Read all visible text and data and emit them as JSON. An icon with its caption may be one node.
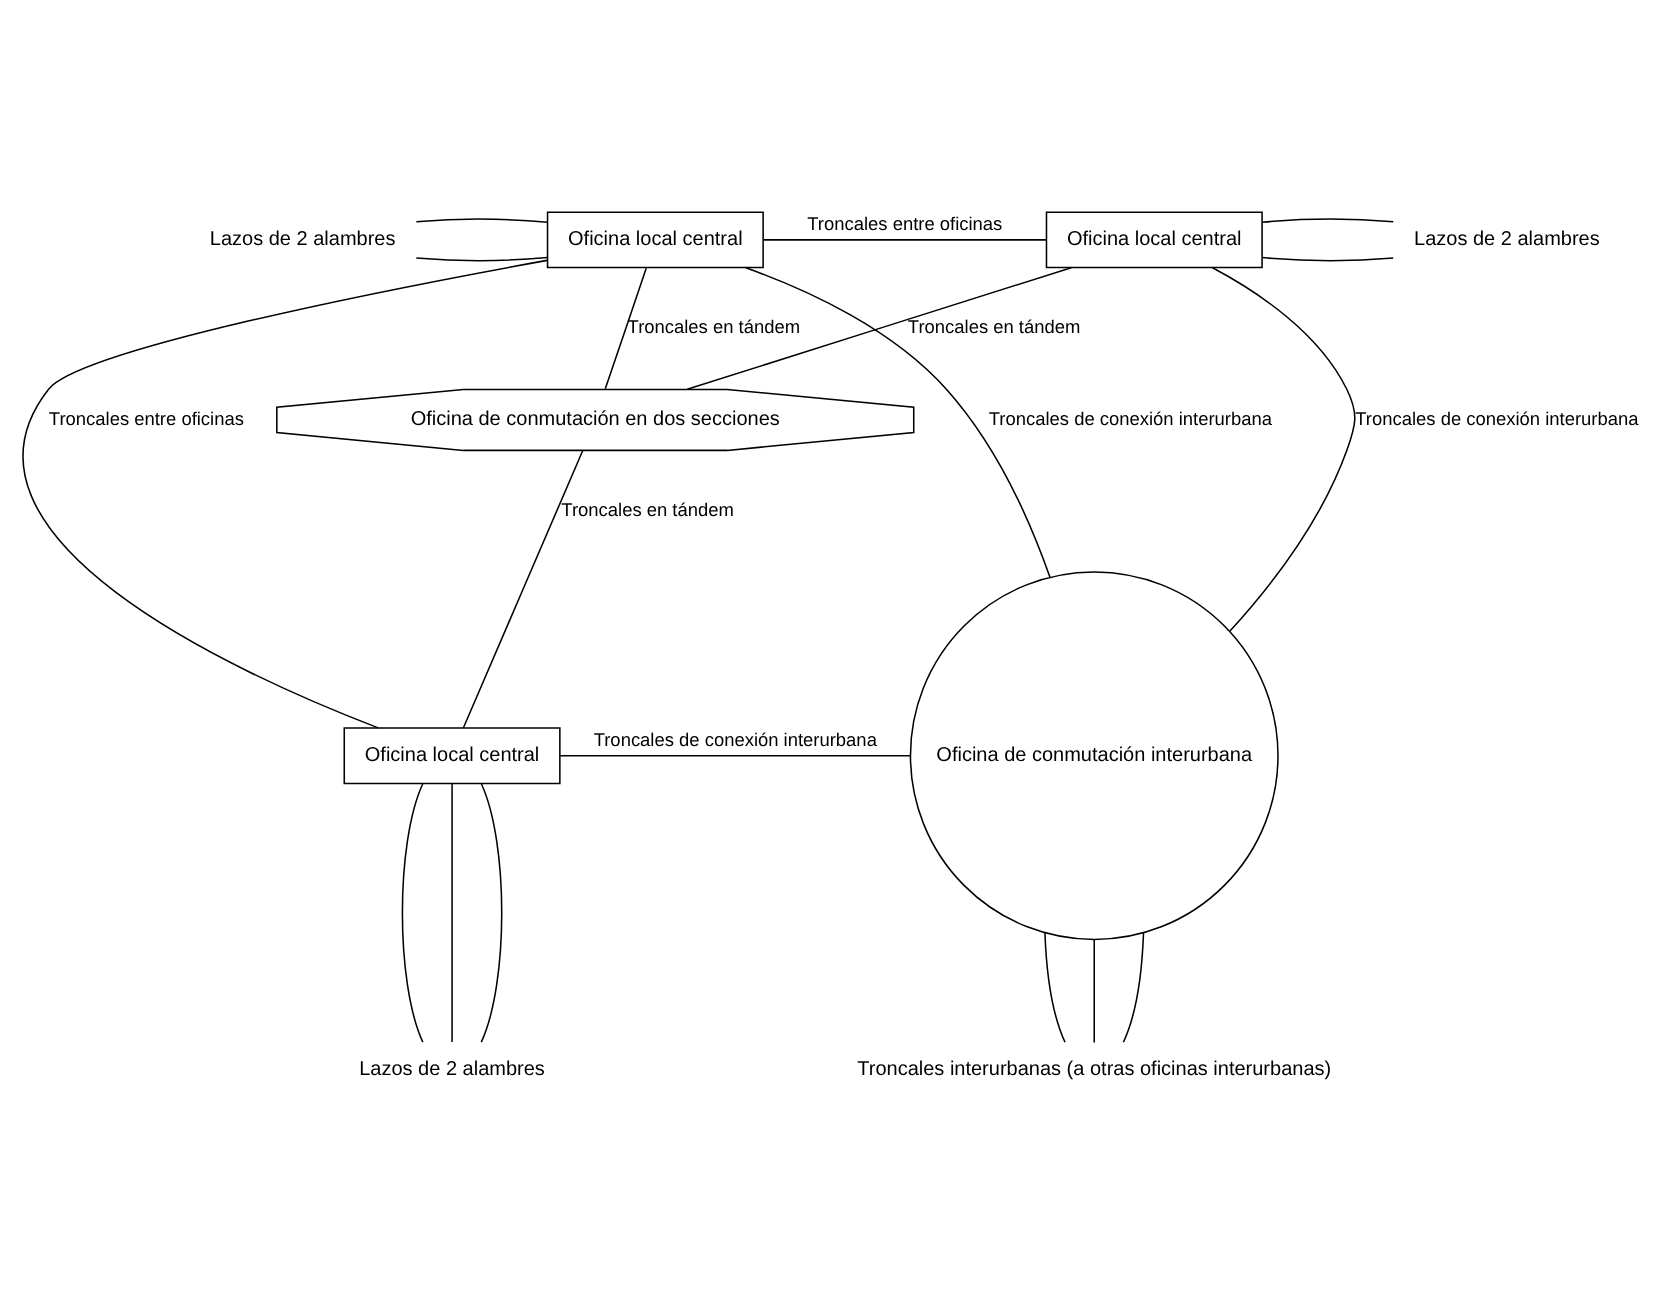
{
  "diagram": {
    "nodes": [
      {
        "text": [
          "Oficina local central"
        ]
      },
      {
        "text": [
          "Oficina local central"
        ]
      },
      {
        "text": [
          "Oficina de conmutación en dos secciones"
        ]
      },
      {
        "text": [
          "Oficina local central"
        ]
      },
      {
        "text": [
          "Oficina de conmutación interurbana"
        ]
      },
      {
        "text": [
          "Lazos de 2 alambres"
        ]
      },
      {
        "text": [
          "Lazos de 2 alambres"
        ]
      },
      {
        "text": [
          "Lazos de 2 alambres"
        ]
      },
      {
        "text": [
          "Troncales interurbanas (a otras oficinas interurbanas)"
        ]
      }
    ],
    "edges": [
      {
        "from": 5,
        "to": 0,
        "arrow": "none"
      },
      {
        "from": 5,
        "to": 0,
        "arrow": "none"
      },
      {
        "from": 0,
        "to": 1,
        "arrow": "none",
        "label": "Troncales entre oficinas"
      },
      {
        "from": 1,
        "to": 6,
        "arrow": "none"
      },
      {
        "from": 1,
        "to": 6,
        "arrow": "none"
      },
      {
        "from": 0,
        "to": 3,
        "arrow": "none",
        "label": "Troncales entre oficinas"
      },
      {
        "from": 0,
        "to": 2,
        "arrow": "none",
        "label": "Troncales en tándem"
      },
      {
        "from": 2,
        "to": 1,
        "arrow": "none",
        "label": "Troncales en tándem"
      },
      {
        "from": 0,
        "to": 4,
        "arrow": "none",
        "label": "Troncales de conexión interurbana"
      },
      {
        "from": 1,
        "to": 4,
        "arrow": "none",
        "label": "Troncales de conexión interurbana"
      },
      {
        "from": 2,
        "to": 3,
        "arrow": "none",
        "label": "Troncales en tándem"
      },
      {
        "from": 3,
        "to": 4,
        "arrow": "none",
        "label": "Troncales de conexión interurbana"
      },
      {
        "from": 3,
        "to": 7,
        "arrow": "none"
      },
      {
        "from": 3,
        "to": 7,
        "arrow": "none"
      },
      {
        "from": 3,
        "to": 7,
        "arrow": "none"
      },
      {
        "from": 4,
        "to": 8,
        "arrow": "none"
      },
      {
        "from": 4,
        "to": 8,
        "arrow": "none"
      },
      {
        "from": 4,
        "to": 8,
        "arrow": "none"
      }
    ]
  }
}
